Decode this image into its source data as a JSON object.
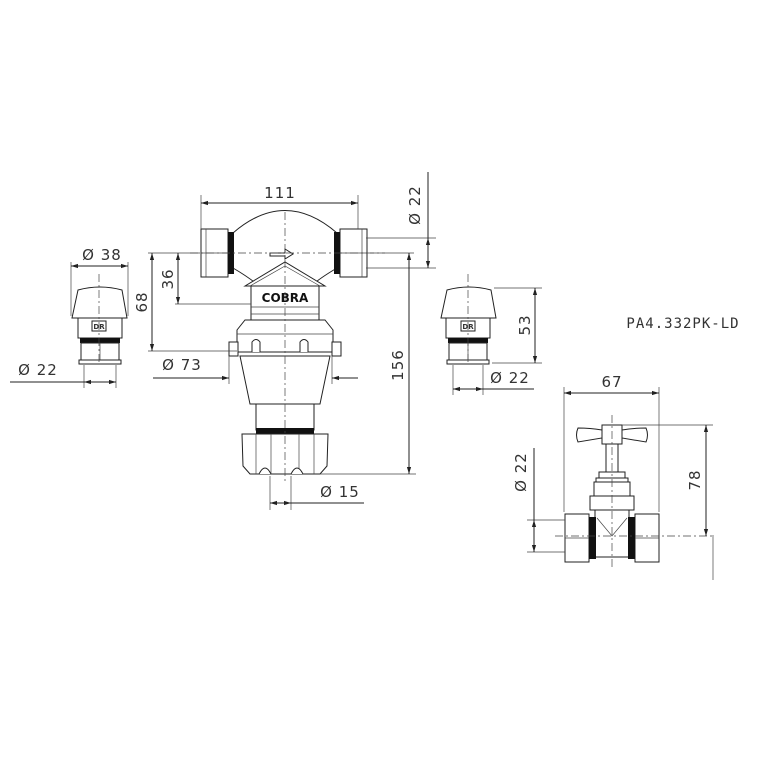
{
  "drawing": {
    "product_code": "PA4.332PK-LD",
    "brand_label": "COBRA",
    "cap_label": "DR"
  },
  "dimensions": {
    "main_valve": {
      "width": "111",
      "pipe_diameter": "Ø 22",
      "inlet_to_label_height": "36",
      "inlet_to_collar_height": "68",
      "collar_diameter": "Ø 73",
      "total_height": "156",
      "outlet_diameter": "Ø 15"
    },
    "left_cap": {
      "cap_diameter": "Ø 38",
      "pipe_diameter": "Ø 22"
    },
    "right_cap": {
      "height": "53",
      "pipe_diameter": "Ø 22"
    },
    "stop_valve": {
      "width": "67",
      "height": "78",
      "pipe_diameter": "Ø 22"
    }
  }
}
